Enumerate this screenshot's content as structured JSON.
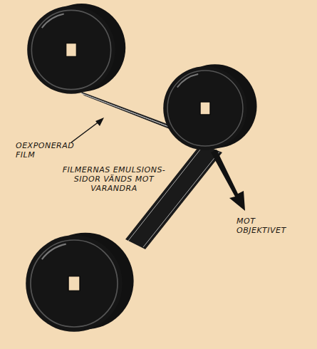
{
  "diagram": {
    "labels": [
      "OEXPONERAD FILM",
      "FILMERNAS EMULSIONS- SIDOR VÄNDS MOT VARANDRA",
      "MOT OBJEKTIVET"
    ]
  }
}
